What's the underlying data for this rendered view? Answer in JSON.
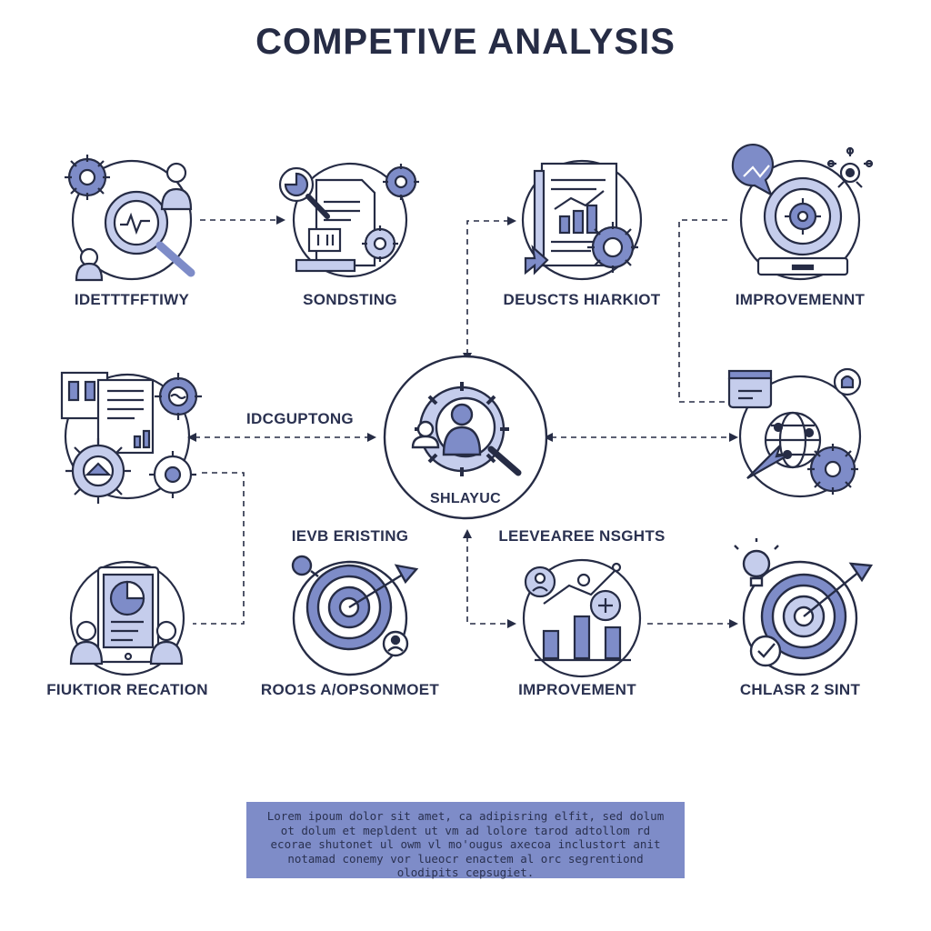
{
  "title": "COMPETIVE ANALYSIS",
  "colors": {
    "ink": "#262c45",
    "accent": "#7e8cc8",
    "accent_light": "#c5cdec",
    "background": "#ffffff"
  },
  "center": {
    "label": "SHLAYUC",
    "icon": "person-gear-search-icon"
  },
  "labels": {
    "n1": "IDETTTFFTIWY",
    "n2": "SONDSTING",
    "n3": "DEUSCTS HIARKIOT",
    "n4": "IMPROVEMENNT",
    "n5_connector": "IDCGUPTONG",
    "n6_connector": "IEVB ERISTING",
    "n7_connector": "LEEVEAREE NSGHTS",
    "n8": "FIUKTIOR RECATION",
    "n9": "ROO1S A/OPSONMOET",
    "n10": "IMPROVEMENT",
    "n11": "CHLASR 2 SINT"
  },
  "footer_text": "Lorem ipoum dolor sit amet, ca adipisring elfit, sed dolum ot dolum et mepldent ut vm ad lolore tarod adtollom rd ecorae shutonet ul owm vl mo'ougus axecoa inclustort anit notamad conemy vor lueocr enactem al orc segrentiond olodipits cepsugiet."
}
